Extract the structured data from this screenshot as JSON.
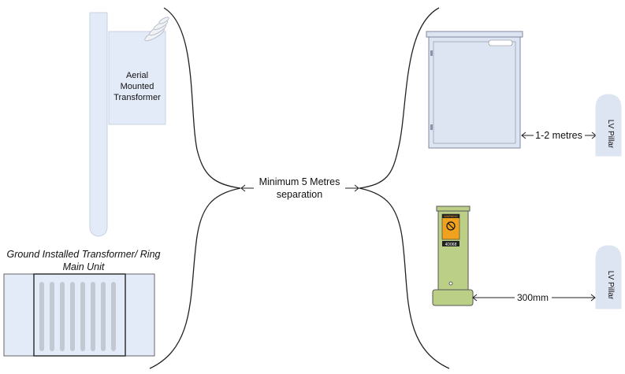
{
  "aerial_transformer": {
    "label": "Aerial Mounted Transformer"
  },
  "ground_transformer": {
    "label": "Ground Installed Transformer/ Ring Main Unit"
  },
  "separation": {
    "label": "Minimum 5 Metres separation"
  },
  "kiosk_spacing": {
    "label": "1-2 metres"
  },
  "pillar_spacing": {
    "label": "300mm"
  },
  "lv_pillar_top": {
    "label": "LV Pillar"
  },
  "lv_pillar_bottom": {
    "label": "LV Pillar"
  },
  "kiosk_plate": {
    "label": ""
  },
  "green_pillar": {
    "sign_top": "WARNING",
    "number_plate": "4D068"
  },
  "colors": {
    "equipment_fill": "#e4ebf8",
    "equipment_stroke": "#7f8aa0",
    "kiosk_fill": "#dde4f2",
    "green_pillar": "#bccf86",
    "sign_orange": "#f0a21e",
    "line": "#222222"
  }
}
